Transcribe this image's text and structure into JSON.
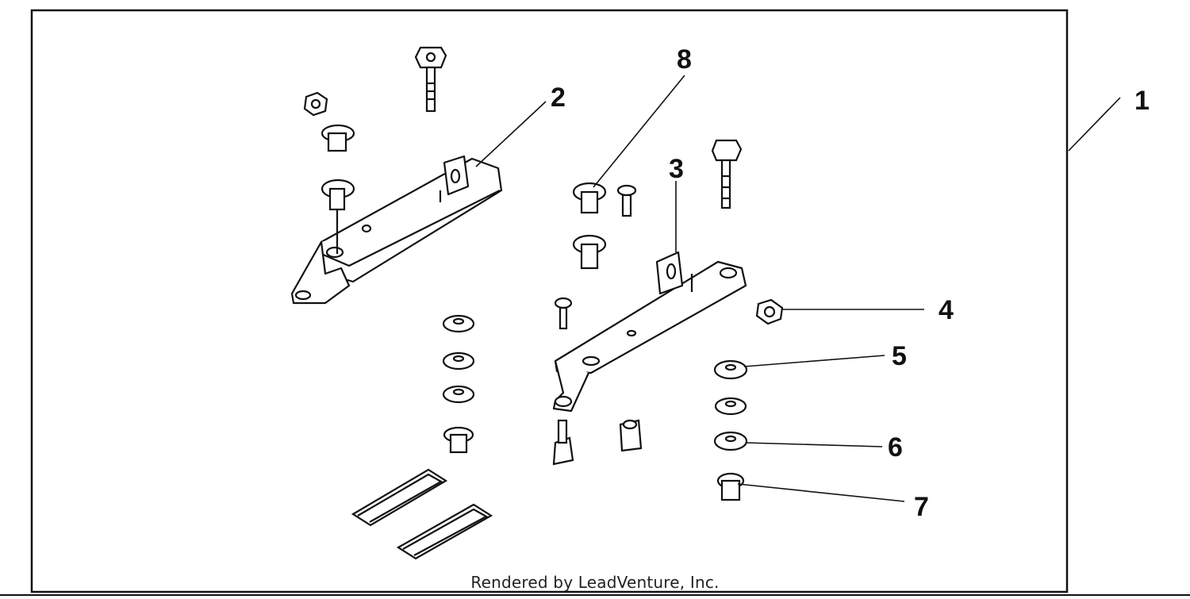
{
  "callouts": [
    {
      "id": "1",
      "label": "1"
    },
    {
      "id": "2",
      "label": "2"
    },
    {
      "id": "3",
      "label": "3"
    },
    {
      "id": "4",
      "label": "4"
    },
    {
      "id": "5",
      "label": "5"
    },
    {
      "id": "6",
      "label": "6"
    },
    {
      "id": "7",
      "label": "7"
    },
    {
      "id": "8",
      "label": "8"
    }
  ],
  "credit": "Rendered by LeadVenture, Inc.",
  "colors": {
    "line": "#111111",
    "paper": "#ffffff"
  }
}
